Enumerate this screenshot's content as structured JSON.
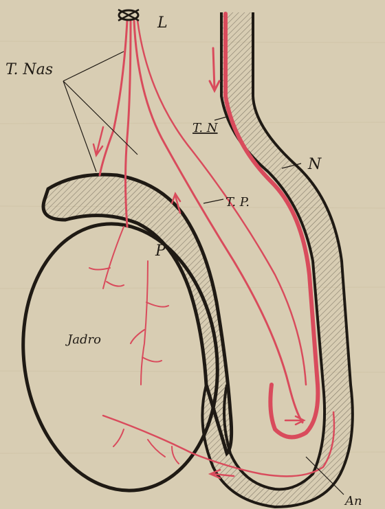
{
  "figure": {
    "colors": {
      "paper": "#d8cdb3",
      "ink": "#1f1a14",
      "vessel": "#d94b5c",
      "hatch": "#3a332a"
    },
    "labels": {
      "top_knot": "L",
      "nasal_vessels": "T. Nas",
      "tn": "T. N",
      "n": "N",
      "tp": "T. P.",
      "p": "P",
      "jadro": "Jadro",
      "bottom": "An"
    }
  }
}
